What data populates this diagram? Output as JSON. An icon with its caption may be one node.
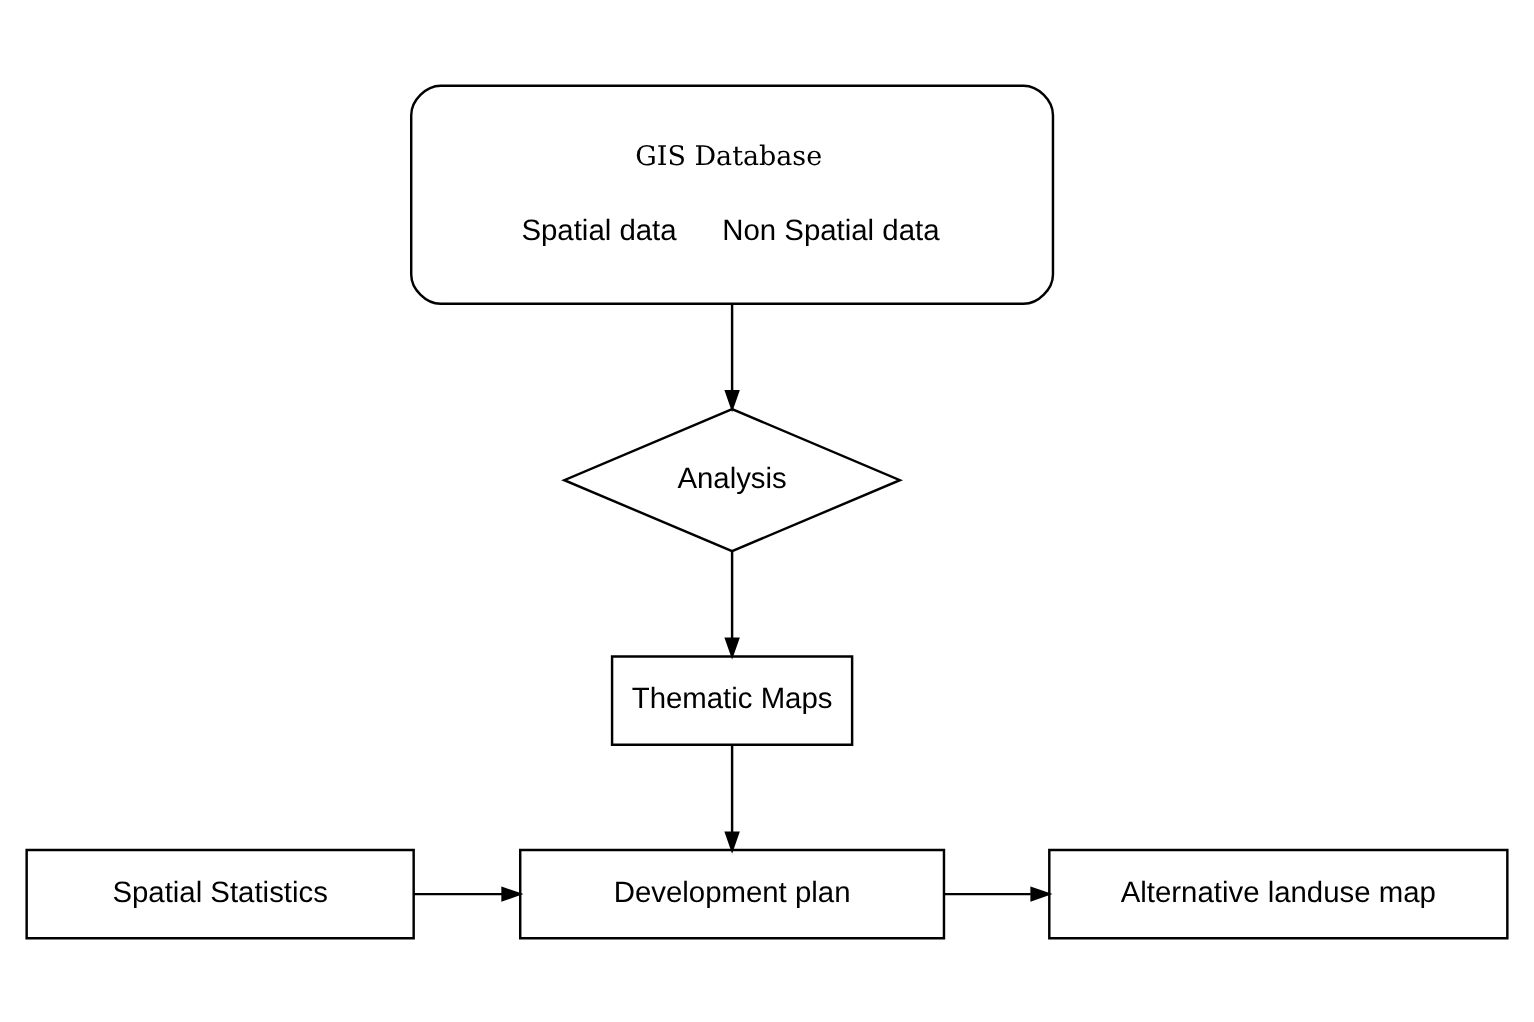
{
  "diagram": {
    "nodes": [
      {
        "text": [
          "GIS Database",
          "Spatial data",
          "Non Spatial data"
        ]
      },
      {
        "text": [
          "Analysis"
        ]
      },
      {
        "text": [
          "Thematic Maps"
        ]
      },
      {
        "text": [
          "Spatial Statistics"
        ]
      },
      {
        "text": [
          "Development plan"
        ]
      },
      {
        "text": [
          "Alternative landuse map"
        ]
      }
    ],
    "edges": [
      {
        "from": 0,
        "to": 1,
        "arrow": "to"
      },
      {
        "from": 1,
        "to": 2,
        "arrow": "to"
      },
      {
        "from": 2,
        "to": 4,
        "arrow": "to"
      },
      {
        "from": 3,
        "to": 4,
        "arrow": "to"
      },
      {
        "from": 4,
        "to": 5,
        "arrow": "to"
      }
    ]
  }
}
